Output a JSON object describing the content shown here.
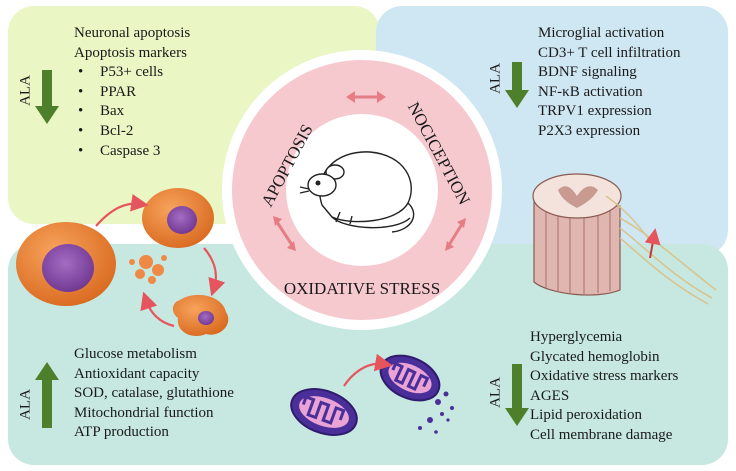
{
  "center": {
    "apoptosis": "APOPTOSIS",
    "nociception": "NOCICEPTION",
    "oxidative_stress": "OXIDATIVE STRESS"
  },
  "top_left": {
    "ala": "ALA",
    "direction": "down",
    "lines": [
      "Neuronal apoptosis",
      "Apoptosis markers"
    ],
    "bullets": [
      "P53+ cells",
      "PPAR",
      "Bax",
      "Bcl-2",
      "Caspase 3"
    ]
  },
  "top_right": {
    "ala": "ALA",
    "direction": "down",
    "lines": [
      "Microglial activation",
      "CD3+ T cell infiltration",
      "BDNF signaling",
      "NF-κB activation",
      "TRPV1 expression",
      "P2X3 expression"
    ]
  },
  "bottom_left": {
    "ala": "ALA",
    "direction": "up",
    "lines": [
      "Glucose metabolism",
      "Antioxidant capacity",
      "SOD, catalase, glutathione",
      "Mitochondrial function",
      "ATP production"
    ]
  },
  "bottom_right": {
    "ala": "ALA",
    "direction": "down",
    "lines": [
      "Hyperglycemia",
      "Glycated hemoglobin",
      "Oxidative stress markers",
      "AGES",
      "Lipid peroxidation",
      "Cell membrane damage"
    ]
  },
  "colors": {
    "top_left_panel": "#eaf6c4",
    "top_right_panel": "#cfe7f2",
    "bottom_panel": "#c7e8e0",
    "ring": "#f6c9cf",
    "arrow_green": "#4e7f2b",
    "arrow_pink": "#e67d84",
    "cell_orange": "#f08a3c",
    "nucleus_purple": "#8b4fa8",
    "mitochondria_blue": "#4a2f9b"
  },
  "icons": [
    "mouse-icon",
    "cell-icon",
    "mitochondria-icon",
    "spinal-cord-icon"
  ]
}
